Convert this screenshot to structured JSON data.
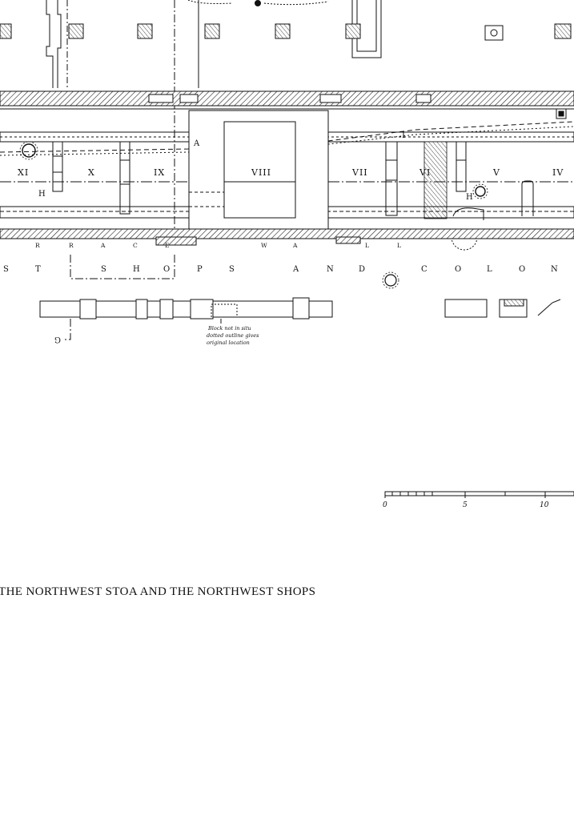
{
  "plan": {
    "rooms": [
      "XI",
      "X",
      "IX",
      "VIII",
      "VII",
      "VI",
      "V",
      "IV"
    ],
    "section_marks": {
      "a": "A",
      "g": "G",
      "h": "H",
      "i": "I"
    },
    "terrace_wall_letters": [
      "R",
      "R",
      "A",
      "C",
      "E",
      "W",
      "A",
      "L",
      "L"
    ],
    "shops_colonnade_letters": [
      "S",
      "T",
      "S",
      "H",
      "O",
      "P",
      "S",
      "A",
      "N",
      "D",
      "C",
      "O",
      "L",
      "O",
      "N"
    ],
    "block_note": [
      "Block not in situ",
      "dotted outline gives",
      "original location"
    ]
  },
  "scale_bar": {
    "ticks": [
      "0",
      "5",
      "10"
    ]
  },
  "caption": "THE NORTHWEST STOA AND THE NORTHWEST SHOPS"
}
